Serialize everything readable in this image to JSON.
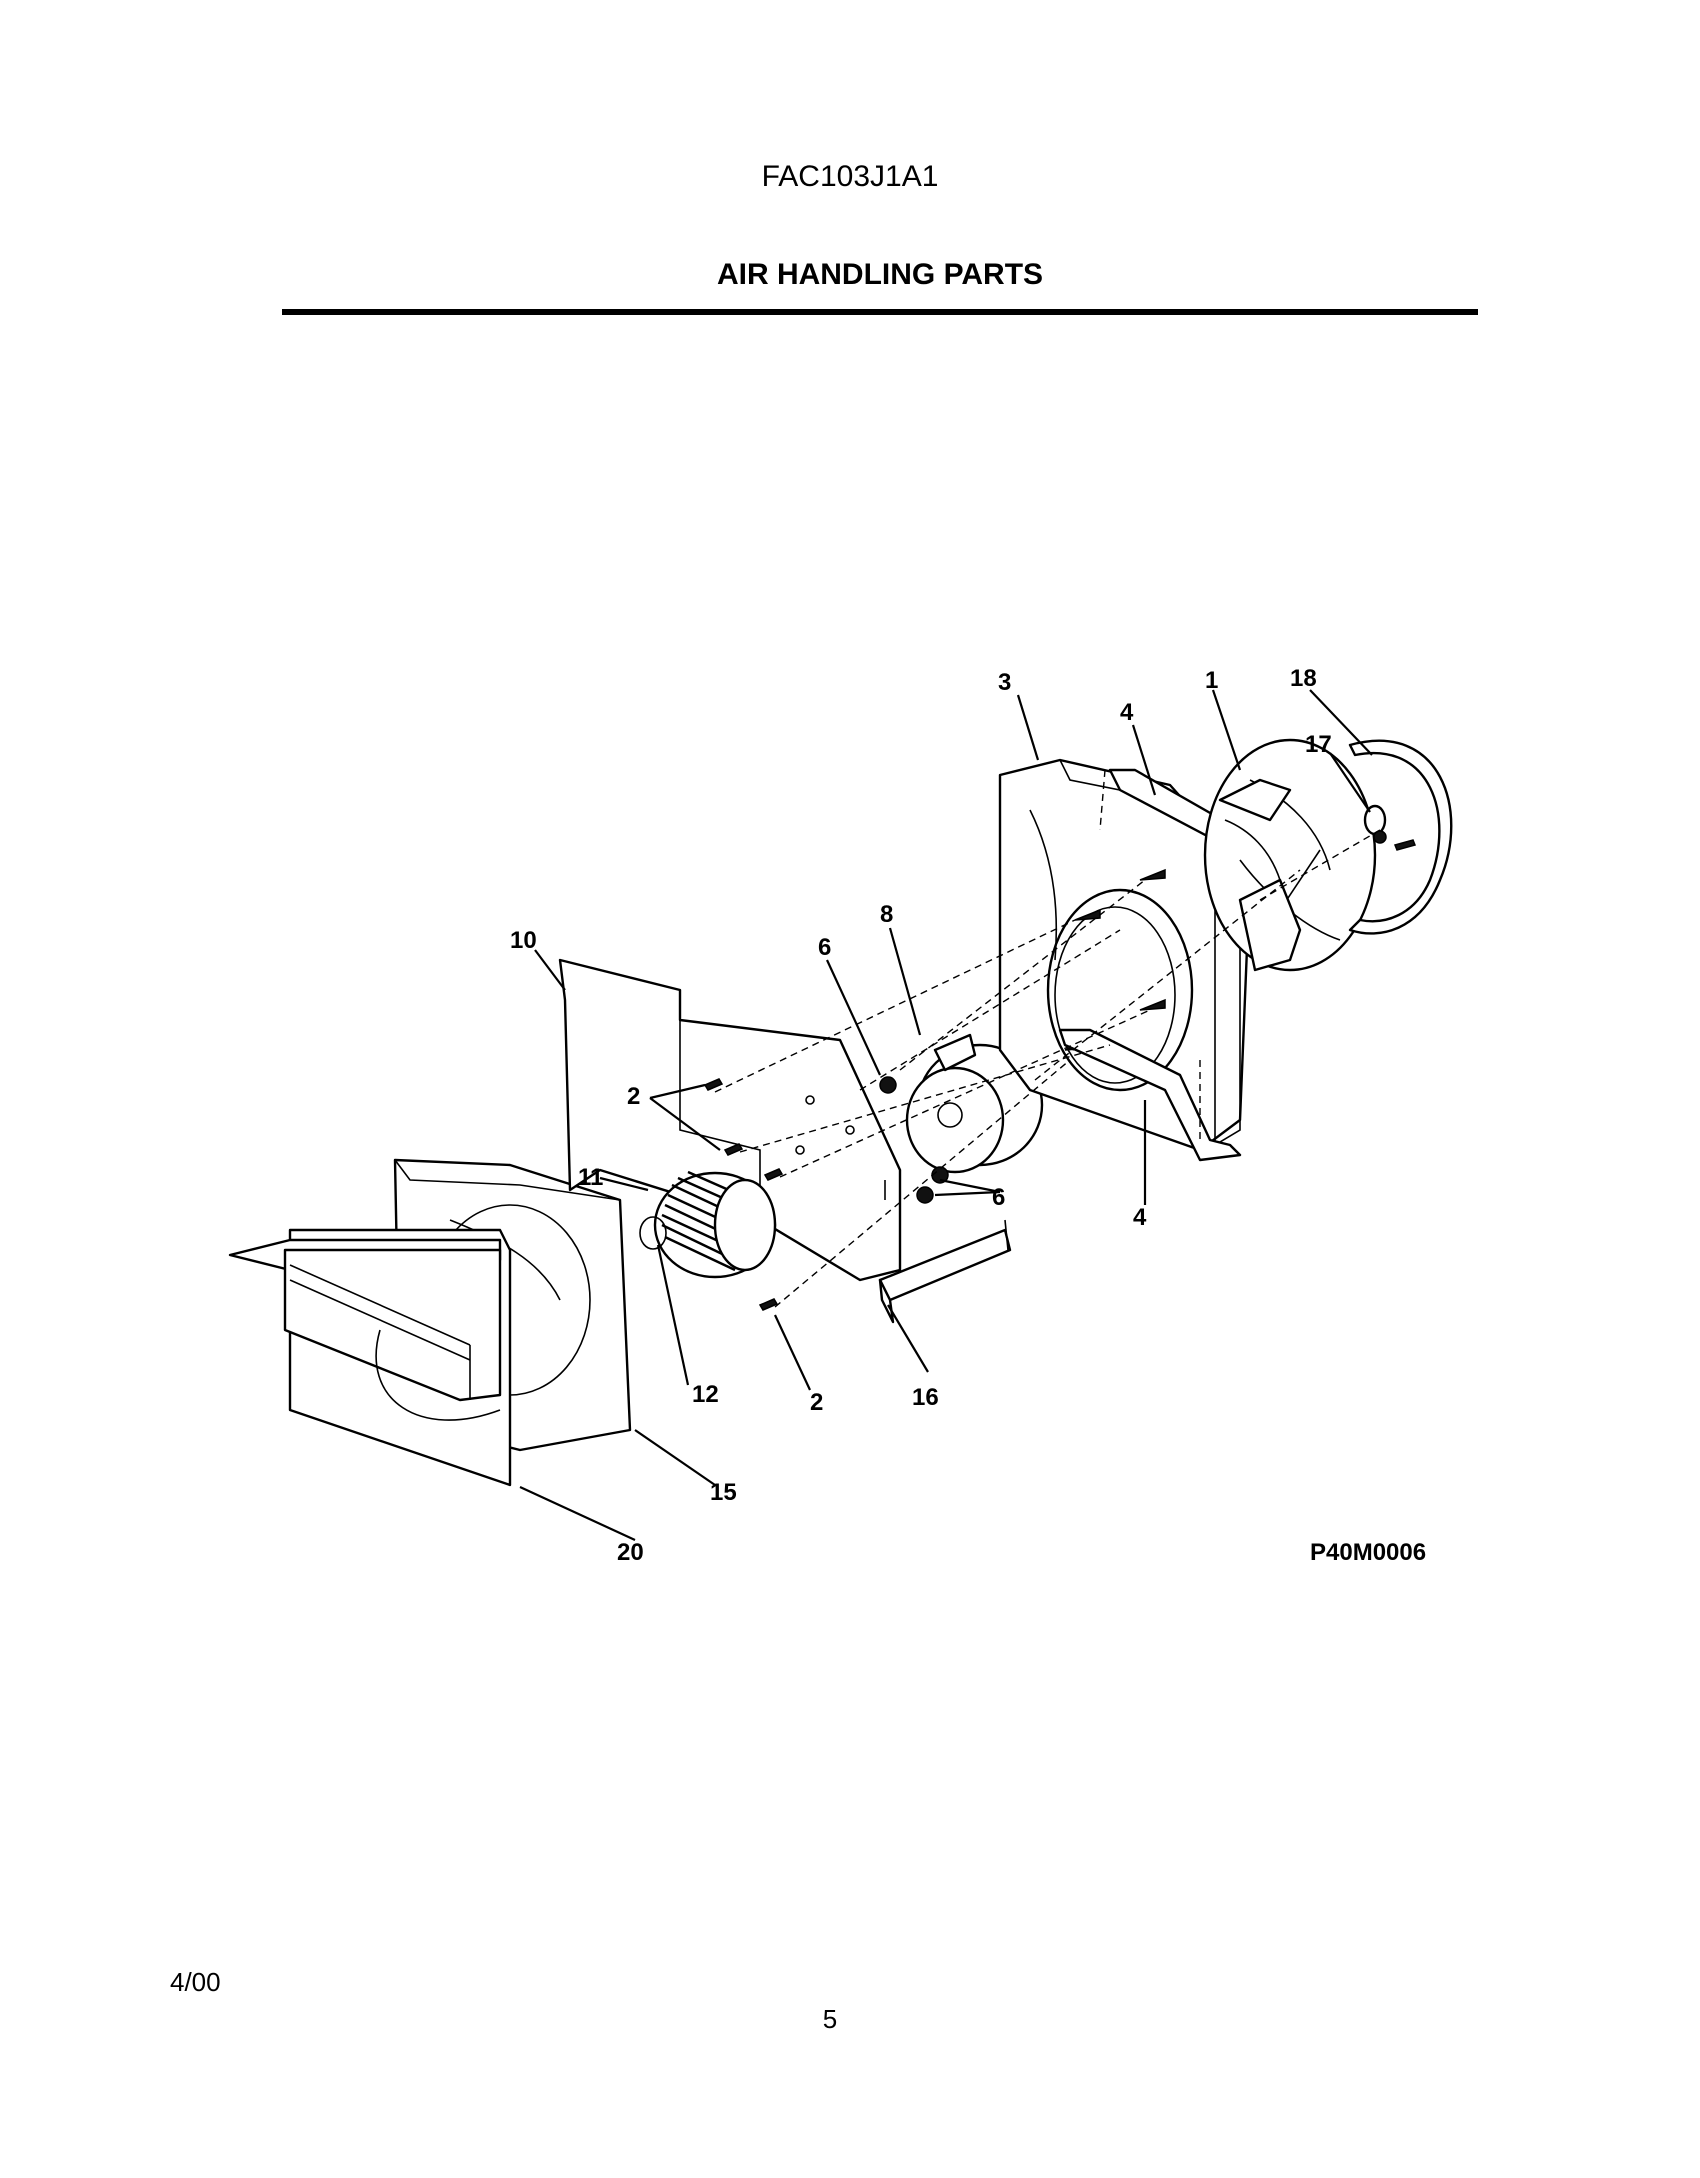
{
  "header": {
    "model_number": "FAC103J1A1",
    "section_title": "AIR HANDLING PARTS"
  },
  "diagram": {
    "figure_code": "P40M0006",
    "callouts": [
      "1",
      "2",
      "2",
      "3",
      "4",
      "4",
      "6",
      "6",
      "8",
      "10",
      "11",
      "12",
      "15",
      "16",
      "17",
      "18",
      "20"
    ]
  },
  "footer": {
    "date": "4/00",
    "page_number": "5"
  }
}
